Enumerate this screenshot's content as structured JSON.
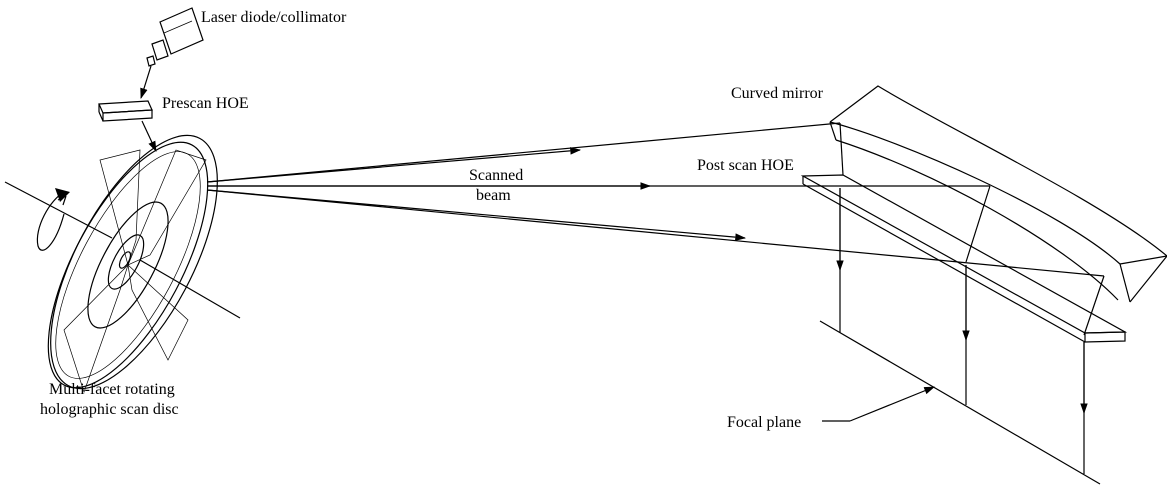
{
  "labels": {
    "laser": "Laser diode/collimator",
    "prescan": "Prescan HOE",
    "curved_mirror": "Curved mirror",
    "post_scan": "Post scan HOE",
    "scanned_line1": "Scanned",
    "scanned_line2": "beam",
    "disc_line1": "Multi-facet rotating",
    "disc_line2": "holographic scan disc",
    "focal_plane": "Focal plane"
  }
}
